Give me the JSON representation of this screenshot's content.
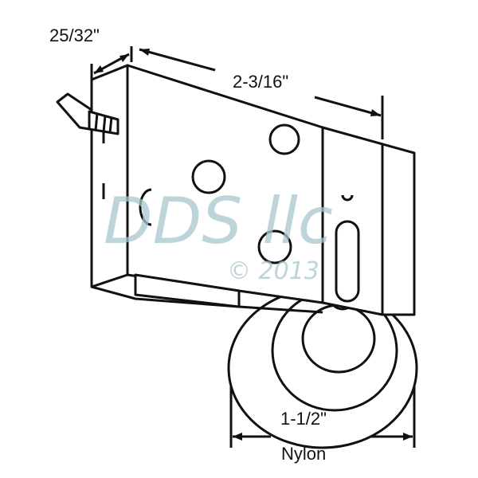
{
  "dimensions": {
    "depth": "25/32\"",
    "length": "2-3/16\"",
    "wheel_diameter": "1-1/2\"",
    "wheel_material": "Nylon"
  },
  "watermark": {
    "text": "DDS llc",
    "copyright": "© 2013"
  },
  "colors": {
    "line": "#111111",
    "watermark": "#a9c6cf"
  }
}
